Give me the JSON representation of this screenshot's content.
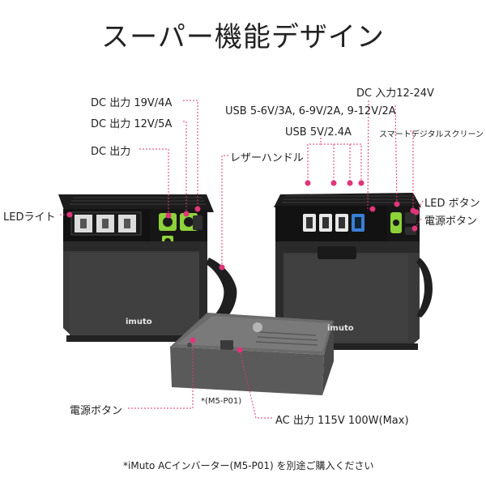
{
  "title": "スーパー機能デザイン",
  "labels": {
    "dc_out_19v": "DC 出力 19V/4A",
    "dc_out_12v": "DC 出力 12V/5A",
    "dc_out": "DC 出力",
    "led_light": "LEDライト",
    "laser_handle": "レザーハンドル",
    "usb_multi": "USB 5-6V/3A, 6-9V/2A, 9-12V/2A",
    "usb_5v": "USB 5V/2.4A",
    "dc_in": "DC 入力12-24V",
    "smart_screen": "スマートデジタルスクリーン",
    "led_button": "LED ボタン",
    "power_button_right": "電源ボタン",
    "power_button_bottom": "電源ボタン",
    "model_code": "*(M5-P01)",
    "ac_out": "AC 出力 115V 100W(Max)",
    "footnote": "*iMuto ACインバーター(M5-P01) を別途ご購入ください"
  },
  "brand": {
    "left": "imuto",
    "right": "imuto"
  },
  "colors": {
    "accent": "#e0357a",
    "green": "#8dd23a",
    "body": "#2b2b2b"
  }
}
